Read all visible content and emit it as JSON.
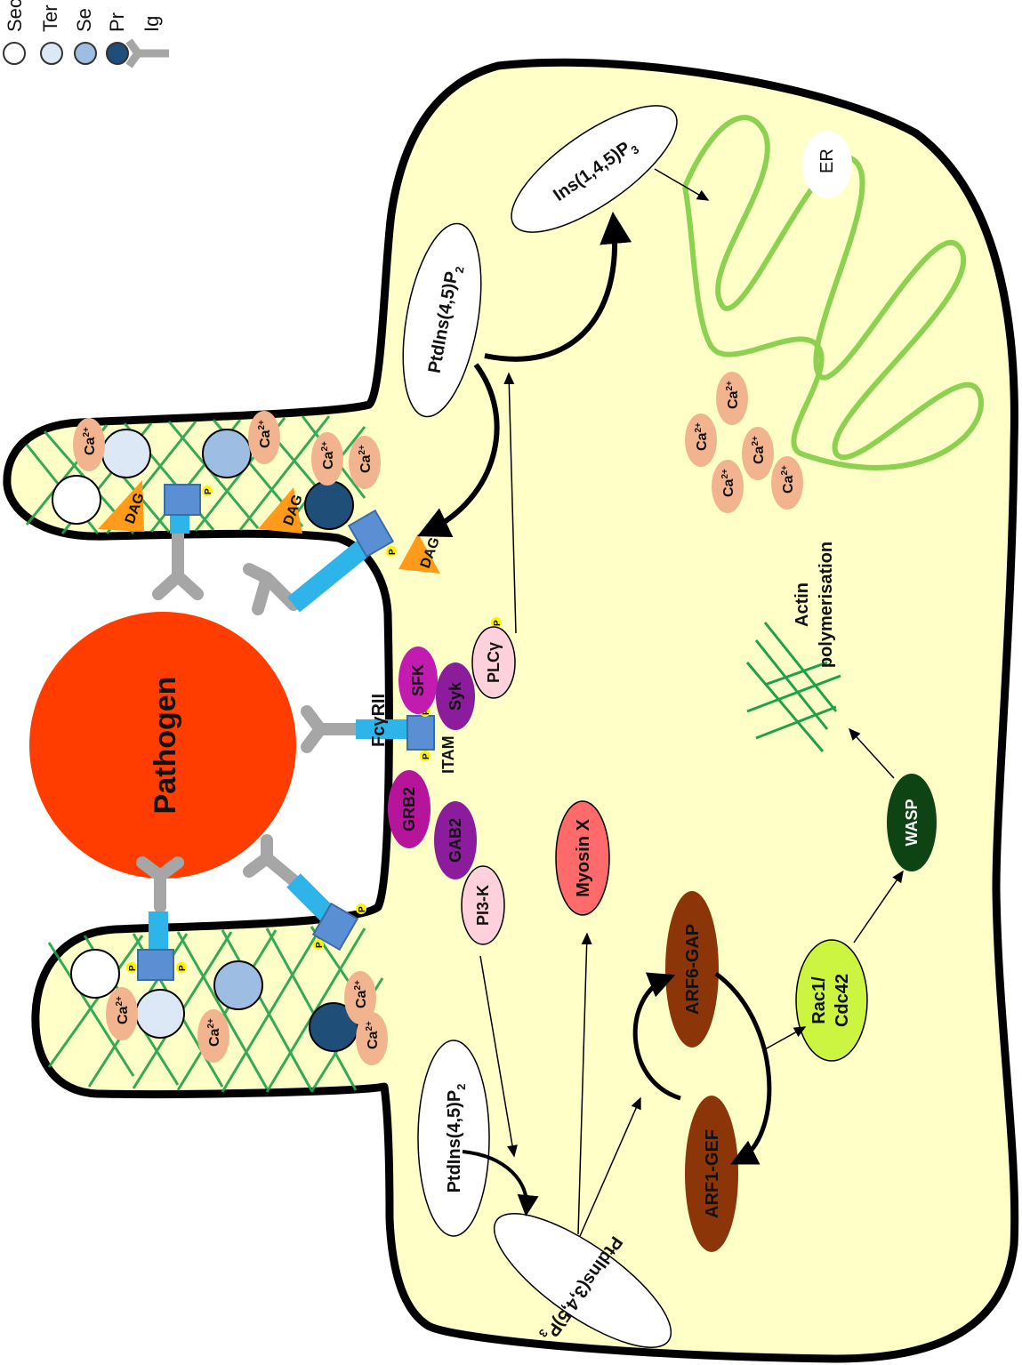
{
  "legend": {
    "items": [
      "Sec",
      "Ter",
      "Se",
      "Pr",
      "Ig"
    ]
  },
  "labels": {
    "pathogen": "Pathogen",
    "receptor": "FcγRII",
    "itam": "ITAM",
    "sfk": "SFK",
    "syk": "Syk",
    "plcg": "PLCγ",
    "grb2": "GRB2",
    "gab2": "GAB2",
    "pi3k": "PI3-K",
    "myosin": "Myosin X",
    "arf6gap": "ARF6-GAP",
    "arf1gef": "ARF1-GEF",
    "rac1": "Rac1/",
    "cdc42": "Cdc42",
    "wasp": "WASP",
    "actin1": "Actin",
    "actin2": "polymerisation",
    "er": "ER",
    "dag": "DAG",
    "phos": "P",
    "ca": "Ca",
    "ca_charge": "2+",
    "pip2_main": "PtdIns(4,5)P",
    "pip2_sub": "2",
    "ip3_main": "Ins(1,4,5)P",
    "ip3_sub": "3",
    "pip3_main": "PtdIns(3,4,5)P",
    "pip3_sub": "3"
  },
  "colors": {
    "cytoplasm": "#FFFFC8",
    "pathogen": "#FF3D00",
    "receptor": "#2EB4E8",
    "receptor_box": "#5B8FD4",
    "antibody": "#A6A6A6",
    "actin": "#1FA14A",
    "er": "#8CD250",
    "calcium": "#F2B48E",
    "dag": "#FF9A1A",
    "phospho": "#FFF200",
    "sfk": "#C21BB0",
    "syk": "#8B1C9C",
    "grb2": "#B5149B",
    "gab2": "#8B1C9C",
    "plcg": "#FFD1DC",
    "pi3k": "#FFD1DC",
    "myosin": "#FF6A6A",
    "arf": "#8B3508",
    "rac": "#CCF542",
    "wasp": "#0E4314",
    "granule_secondary": "#FFFFFF",
    "granule_tertiary": "#DCE8F5",
    "granule_secretory": "#9DBEE2",
    "granule_primary": "#1F4E79"
  }
}
